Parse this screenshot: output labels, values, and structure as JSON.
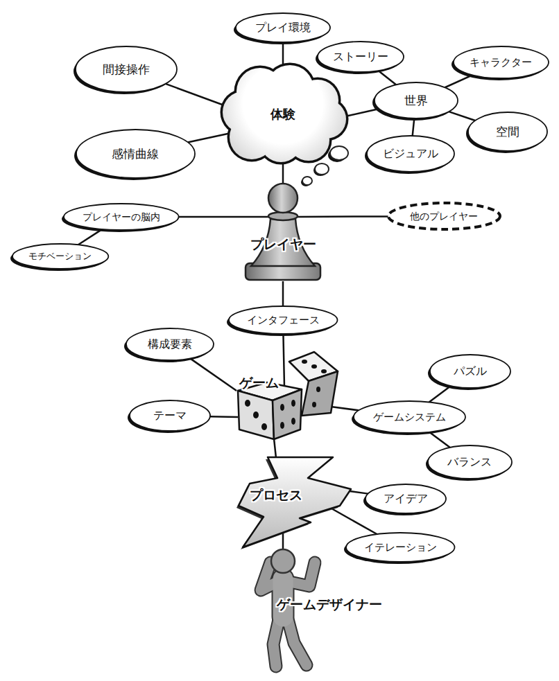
{
  "diagram": {
    "nodes": [
      {
        "text": [
          "プレイ環境"
        ]
      },
      {
        "text": [
          "間接操作"
        ]
      },
      {
        "text": [
          "ストーリー"
        ]
      },
      {
        "text": [
          "キャラクター"
        ]
      },
      {
        "text": [
          "体験"
        ]
      },
      {
        "text": [
          "世界"
        ]
      },
      {
        "text": [
          "感情曲線"
        ]
      },
      {
        "text": [
          "空間"
        ]
      },
      {
        "text": [
          "ビジュアル"
        ]
      },
      {
        "text": [
          "プレイヤーの脳内"
        ]
      },
      {
        "text": [
          "他のプレイヤー"
        ]
      },
      {
        "text": [
          "モチベーション"
        ]
      },
      {
        "text": [
          "プレイヤー"
        ]
      },
      {
        "text": [
          "インタフェース"
        ]
      },
      {
        "text": [
          "構成要素"
        ]
      },
      {
        "text": [
          "パズル"
        ]
      },
      {
        "text": [
          "ゲーム"
        ]
      },
      {
        "text": [
          "テーマ"
        ]
      },
      {
        "text": [
          "ゲームシステム"
        ]
      },
      {
        "text": [
          "バランス"
        ]
      },
      {
        "text": [
          "プロセス"
        ]
      },
      {
        "text": [
          "アイデア"
        ]
      },
      {
        "text": [
          "イテレーション"
        ]
      },
      {
        "text": [
          "ゲームデザイナー"
        ]
      }
    ],
    "edges": [
      {
        "from": 4,
        "to": 0,
        "arrow": "none"
      },
      {
        "from": 4,
        "to": 1,
        "arrow": "none"
      },
      {
        "from": 4,
        "to": 6,
        "arrow": "none"
      },
      {
        "from": 4,
        "to": 5,
        "arrow": "none"
      },
      {
        "from": 5,
        "to": 2,
        "arrow": "none"
      },
      {
        "from": 5,
        "to": 3,
        "arrow": "none"
      },
      {
        "from": 5,
        "to": 7,
        "arrow": "none"
      },
      {
        "from": 5,
        "to": 8,
        "arrow": "none"
      },
      {
        "from": 4,
        "to": 12,
        "arrow": "none"
      },
      {
        "from": 12,
        "to": 9,
        "arrow": "none"
      },
      {
        "from": 12,
        "to": 10,
        "arrow": "none"
      },
      {
        "from": 9,
        "to": 11,
        "arrow": "none"
      },
      {
        "from": 12,
        "to": 13,
        "arrow": "none"
      },
      {
        "from": 13,
        "to": 16,
        "arrow": "none"
      },
      {
        "from": 16,
        "to": 14,
        "arrow": "none"
      },
      {
        "from": 16,
        "to": 17,
        "arrow": "none"
      },
      {
        "from": 16,
        "to": 18,
        "arrow": "none"
      },
      {
        "from": 18,
        "to": 15,
        "arrow": "none"
      },
      {
        "from": 18,
        "to": 19,
        "arrow": "none"
      },
      {
        "from": 16,
        "to": 20,
        "arrow": "none"
      },
      {
        "from": 20,
        "to": 21,
        "arrow": "none"
      },
      {
        "from": 20,
        "to": 22,
        "arrow": "none"
      },
      {
        "from": 20,
        "to": 23,
        "arrow": "none"
      }
    ]
  }
}
